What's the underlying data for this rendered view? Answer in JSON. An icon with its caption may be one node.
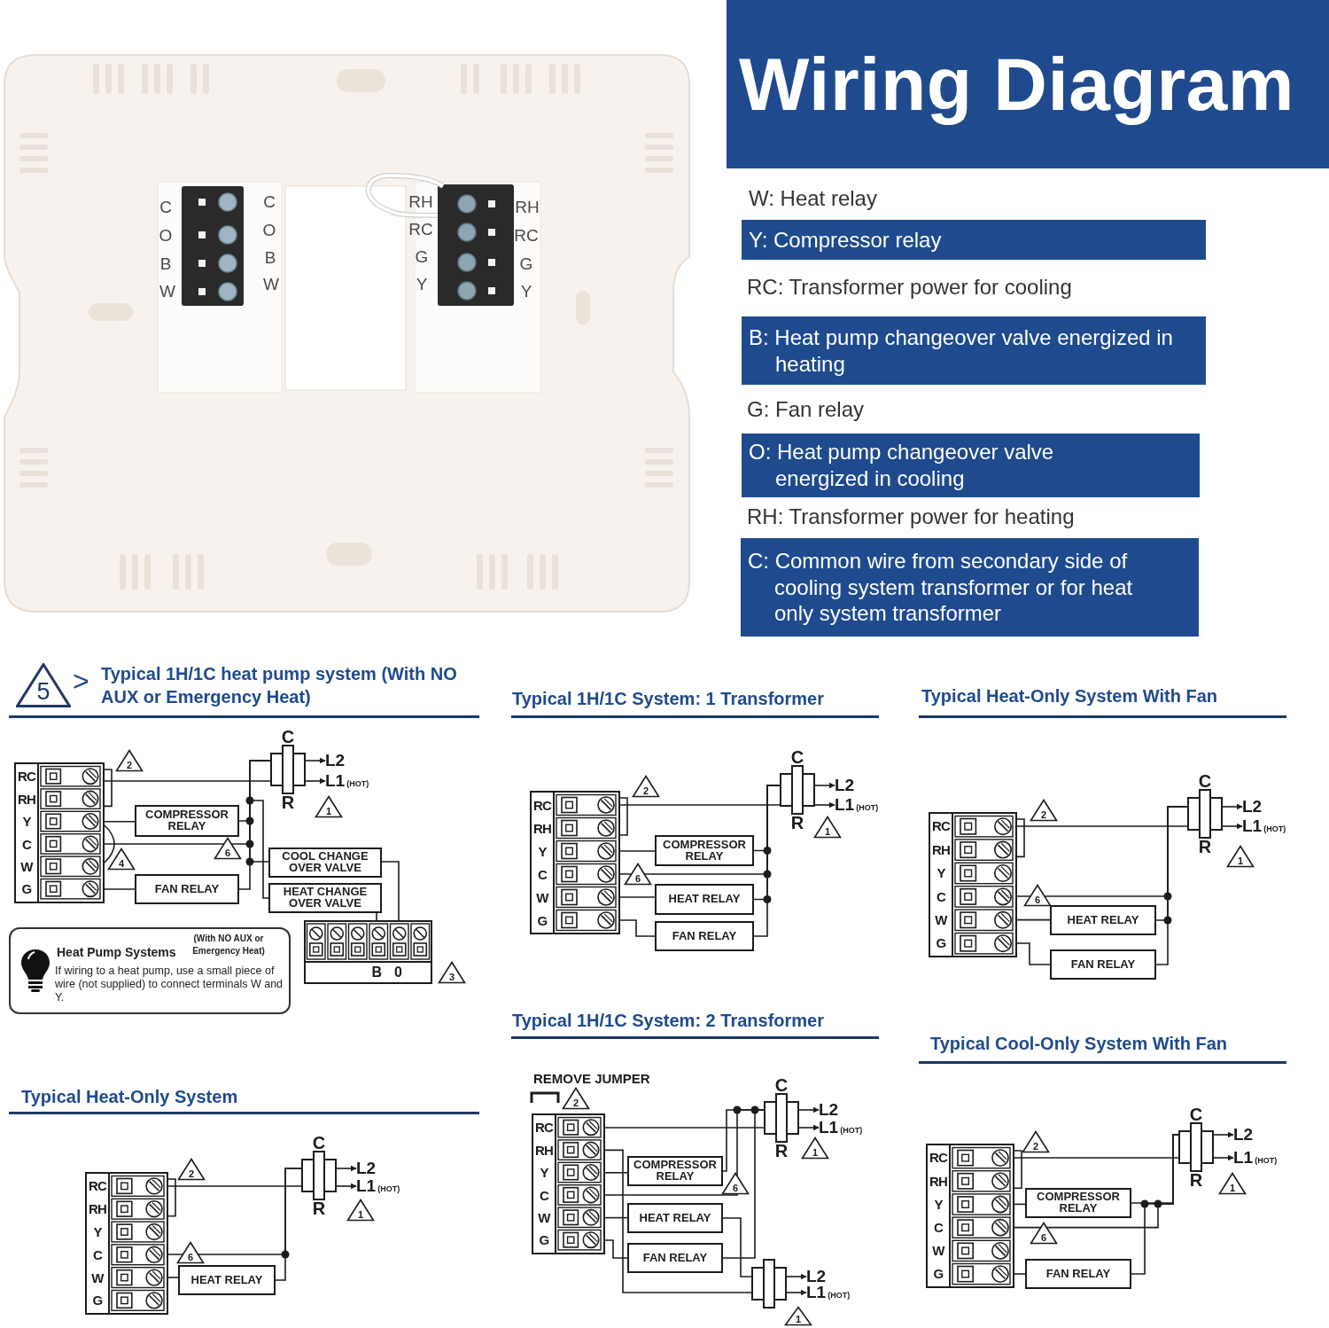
{
  "diagram": {
    "title": "Wiring Diagram",
    "nodes": [
      {
        "text": [
          "Y: Compressor relay"
        ]
      },
      {
        "text": [
          "B: Heat pump changeover valve energized in heating"
        ]
      },
      {
        "text": [
          "O: Heat pump changeover valve energized in cooling"
        ]
      },
      {
        "text": [
          "C: Common wire from secondary side of cooling system transformer or for heat only system transformer"
        ]
      },
      {
        "text": [
          "5"
        ]
      },
      {
        "text": [
          "RC",
          "RH",
          "Y",
          "C",
          "W",
          "G"
        ]
      },
      {
        "text": [
          "2"
        ]
      },
      {
        "text": [
          "C",
          "R"
        ]
      },
      {
        "text": [
          "L2"
        ]
      },
      {
        "text": [
          "L1",
          "(HOT)"
        ]
      },
      {
        "text": [
          "1"
        ]
      },
      {
        "text": [
          "COMPRESSOR RELAY"
        ]
      },
      {
        "text": [
          "6"
        ]
      },
      {
        "text": [
          "4"
        ]
      },
      {
        "text": [
          "FAN RELAY"
        ]
      },
      {
        "text": [
          "COOL CHANGE OVER VALVE"
        ]
      },
      {
        "text": [
          "HEAT CHANGE OVER VALVE"
        ]
      },
      {
        "text": [
          "B",
          "0"
        ]
      },
      {
        "text": [
          "3"
        ]
      },
      {
        "text": [
          "Heat Pump Systems",
          "(With NO AUX or Emergency Heat)",
          "If wiring to a heat pump, use a small piece of wire (not supplied) to connect terminals W and Y."
        ]
      },
      {
        "text": [
          "RC",
          "RH",
          "Y",
          "C",
          "W",
          "G"
        ]
      },
      {
        "text": [
          "2"
        ]
      },
      {
        "text": [
          "C",
          "R"
        ]
      },
      {
        "text": [
          "L2"
        ]
      },
      {
        "text": [
          "L1",
          "(HOT)"
        ]
      },
      {
        "text": [
          "1"
        ]
      },
      {
        "text": [
          "COMPRESSOR RELAY"
        ]
      },
      {
        "text": [
          "6"
        ]
      },
      {
        "text": [
          "HEAT RELAY"
        ]
      },
      {
        "text": [
          "FAN RELAY"
        ]
      },
      {
        "text": [
          "RC",
          "RH",
          "Y",
          "C",
          "W",
          "G"
        ]
      },
      {
        "text": [
          "2"
        ]
      },
      {
        "text": [
          "C",
          "R"
        ]
      },
      {
        "text": [
          "L2"
        ]
      },
      {
        "text": [
          "L1",
          "(HOT)"
        ]
      },
      {
        "text": [
          "1"
        ]
      },
      {
        "text": [
          "6"
        ]
      },
      {
        "text": [
          "HEAT RELAY"
        ]
      },
      {
        "text": [
          "FAN RELAY"
        ]
      },
      {
        "text": [
          "RC",
          "RH",
          "Y",
          "C",
          "W",
          "G"
        ]
      },
      {
        "text": [
          "2"
        ]
      },
      {
        "text": [
          "C",
          "R"
        ]
      },
      {
        "text": [
          "L2"
        ]
      },
      {
        "text": [
          "L1",
          "(HOT)"
        ]
      },
      {
        "text": [
          "1"
        ]
      },
      {
        "text": [
          "6"
        ]
      },
      {
        "text": [
          "HEAT RELAY"
        ]
      },
      {
        "text": [
          "2"
        ]
      },
      {
        "text": [
          "RC",
          "RH",
          "Y",
          "C",
          "W",
          "G"
        ]
      },
      {
        "text": [
          "C",
          "R"
        ]
      },
      {
        "text": [
          "L2"
        ]
      },
      {
        "text": [
          "L1",
          "(HOT)"
        ]
      },
      {
        "text": [
          "1"
        ]
      },
      {
        "text": [
          "COMPRESSOR RELAY"
        ]
      },
      {
        "text": [
          "6"
        ]
      },
      {
        "text": [
          "HEAT RELAY"
        ]
      },
      {
        "text": [
          "FAN RELAY"
        ]
      },
      {
        "text": [],
        "shape": "transformer"
      },
      {
        "text": [
          "L2"
        ]
      },
      {
        "text": [
          "L1",
          "(HOT)"
        ]
      },
      {
        "text": [
          "1"
        ]
      },
      {
        "text": [
          "RC",
          "RH",
          "Y",
          "C",
          "W",
          "G"
        ]
      },
      {
        "text": [
          "2"
        ]
      },
      {
        "text": [
          "C",
          "R"
        ]
      },
      {
        "text": [
          "L2"
        ]
      },
      {
        "text": [
          "L1",
          "(HOT)"
        ]
      },
      {
        "text": [
          "1"
        ]
      },
      {
        "text": [
          "COMPRESSOR RELAY"
        ]
      },
      {
        "text": [
          "6"
        ]
      },
      {
        "text": [
          "FAN RELAY"
        ]
      }
    ],
    "edges": [
      {
        "from": 5,
        "to": 11,
        "arrow": "none"
      },
      {
        "from": 5,
        "to": 14,
        "arrow": "none"
      },
      {
        "from": 5,
        "to": 7,
        "arrow": "none"
      },
      {
        "from": 5,
        "to": 7,
        "arrow": "none"
      },
      {
        "from": 11,
        "to": 7,
        "arrow": "none"
      },
      {
        "from": 14,
        "to": 7,
        "arrow": "none"
      },
      {
        "from": 7,
        "to": 15,
        "arrow": "none"
      },
      {
        "from": 7,
        "to": 16,
        "arrow": "none"
      },
      {
        "from": 15,
        "to": 17,
        "arrow": "none"
      },
      {
        "from": 16,
        "to": 17,
        "arrow": "none"
      },
      {
        "from": 7,
        "to": 8,
        "arrow": "to"
      },
      {
        "from": 7,
        "to": 9,
        "arrow": "to"
      },
      {
        "from": 20,
        "to": 22,
        "arrow": "none"
      },
      {
        "from": 20,
        "to": 26,
        "arrow": "none"
      },
      {
        "from": 20,
        "to": 28,
        "arrow": "none"
      },
      {
        "from": 20,
        "to": 29,
        "arrow": "none"
      },
      {
        "from": 20,
        "to": 22,
        "arrow": "none"
      },
      {
        "from": 26,
        "to": 22,
        "arrow": "none"
      },
      {
        "from": 28,
        "to": 22,
        "arrow": "none"
      },
      {
        "from": 29,
        "to": 22,
        "arrow": "none"
      },
      {
        "from": 22,
        "to": 23,
        "arrow": "to"
      },
      {
        "from": 22,
        "to": 24,
        "arrow": "to"
      },
      {
        "from": 30,
        "to": 32,
        "arrow": "none"
      },
      {
        "from": 30,
        "to": 32,
        "arrow": "none"
      },
      {
        "from": 30,
        "to": 37,
        "arrow": "none"
      },
      {
        "from": 30,
        "to": 38,
        "arrow": "none"
      },
      {
        "from": 37,
        "to": 32,
        "arrow": "none"
      },
      {
        "from": 38,
        "to": 32,
        "arrow": "none"
      },
      {
        "from": 32,
        "to": 33,
        "arrow": "to"
      },
      {
        "from": 32,
        "to": 34,
        "arrow": "to"
      },
      {
        "from": 39,
        "to": 41,
        "arrow": "none"
      },
      {
        "from": 39,
        "to": 41,
        "arrow": "none"
      },
      {
        "from": 39,
        "to": 46,
        "arrow": "none"
      },
      {
        "from": 46,
        "to": 41,
        "arrow": "none"
      },
      {
        "from": 41,
        "to": 42,
        "arrow": "to"
      },
      {
        "from": 41,
        "to": 43,
        "arrow": "to"
      },
      {
        "from": 48,
        "to": 49,
        "arrow": "none"
      },
      {
        "from": 48,
        "to": 53,
        "arrow": "none"
      },
      {
        "from": 48,
        "to": 49,
        "arrow": "none"
      },
      {
        "from": 53,
        "to": 49,
        "arrow": "none"
      },
      {
        "from": 48,
        "to": 55,
        "arrow": "none"
      },
      {
        "from": 48,
        "to": 56,
        "arrow": "none"
      },
      {
        "from": 56,
        "to": 49,
        "arrow": "none"
      },
      {
        "from": 55,
        "to": 57,
        "arrow": "none"
      },
      {
        "from": 48,
        "to": 57,
        "arrow": "none"
      },
      {
        "from": 49,
        "to": 50,
        "arrow": "to"
      },
      {
        "from": 49,
        "to": 51,
        "arrow": "to"
      },
      {
        "from": 57,
        "to": 58,
        "arrow": "to"
      },
      {
        "from": 57,
        "to": 59,
        "arrow": "to"
      },
      {
        "from": 61,
        "to": 63,
        "arrow": "none"
      },
      {
        "from": 61,
        "to": 67,
        "arrow": "none"
      },
      {
        "from": 61,
        "to": 69,
        "arrow": "none"
      },
      {
        "from": 61,
        "to": 63,
        "arrow": "none"
      },
      {
        "from": 67,
        "to": 63,
        "arrow": "none"
      },
      {
        "from": 69,
        "to": 63,
        "arrow": "none"
      },
      {
        "from": 63,
        "to": 64,
        "arrow": "to"
      },
      {
        "from": 63,
        "to": 65,
        "arrow": "to"
      }
    ],
    "labels": [
      "C",
      "O",
      "B",
      "W",
      "C",
      "O",
      "B",
      "W",
      "RH",
      "RC",
      "G",
      "Y",
      "RH",
      "RC",
      "G",
      "Y",
      "W: Heat relay",
      "RC: Transformer power for cooling",
      "G: Fan relay",
      "RH: Transformer power for heating",
      ">",
      "Typical 1H/1C heat pump system (With NO AUX or Emergency Heat)",
      "Typical 1H/1C System: 1 Transformer",
      "Typical Heat-Only System With Fan",
      "Typical 1H/1C System: 2 Transformer",
      "REMOVE JUMPER",
      "Typical Cool-Only System With Fan",
      "Typical Heat-Only System"
    ]
  }
}
